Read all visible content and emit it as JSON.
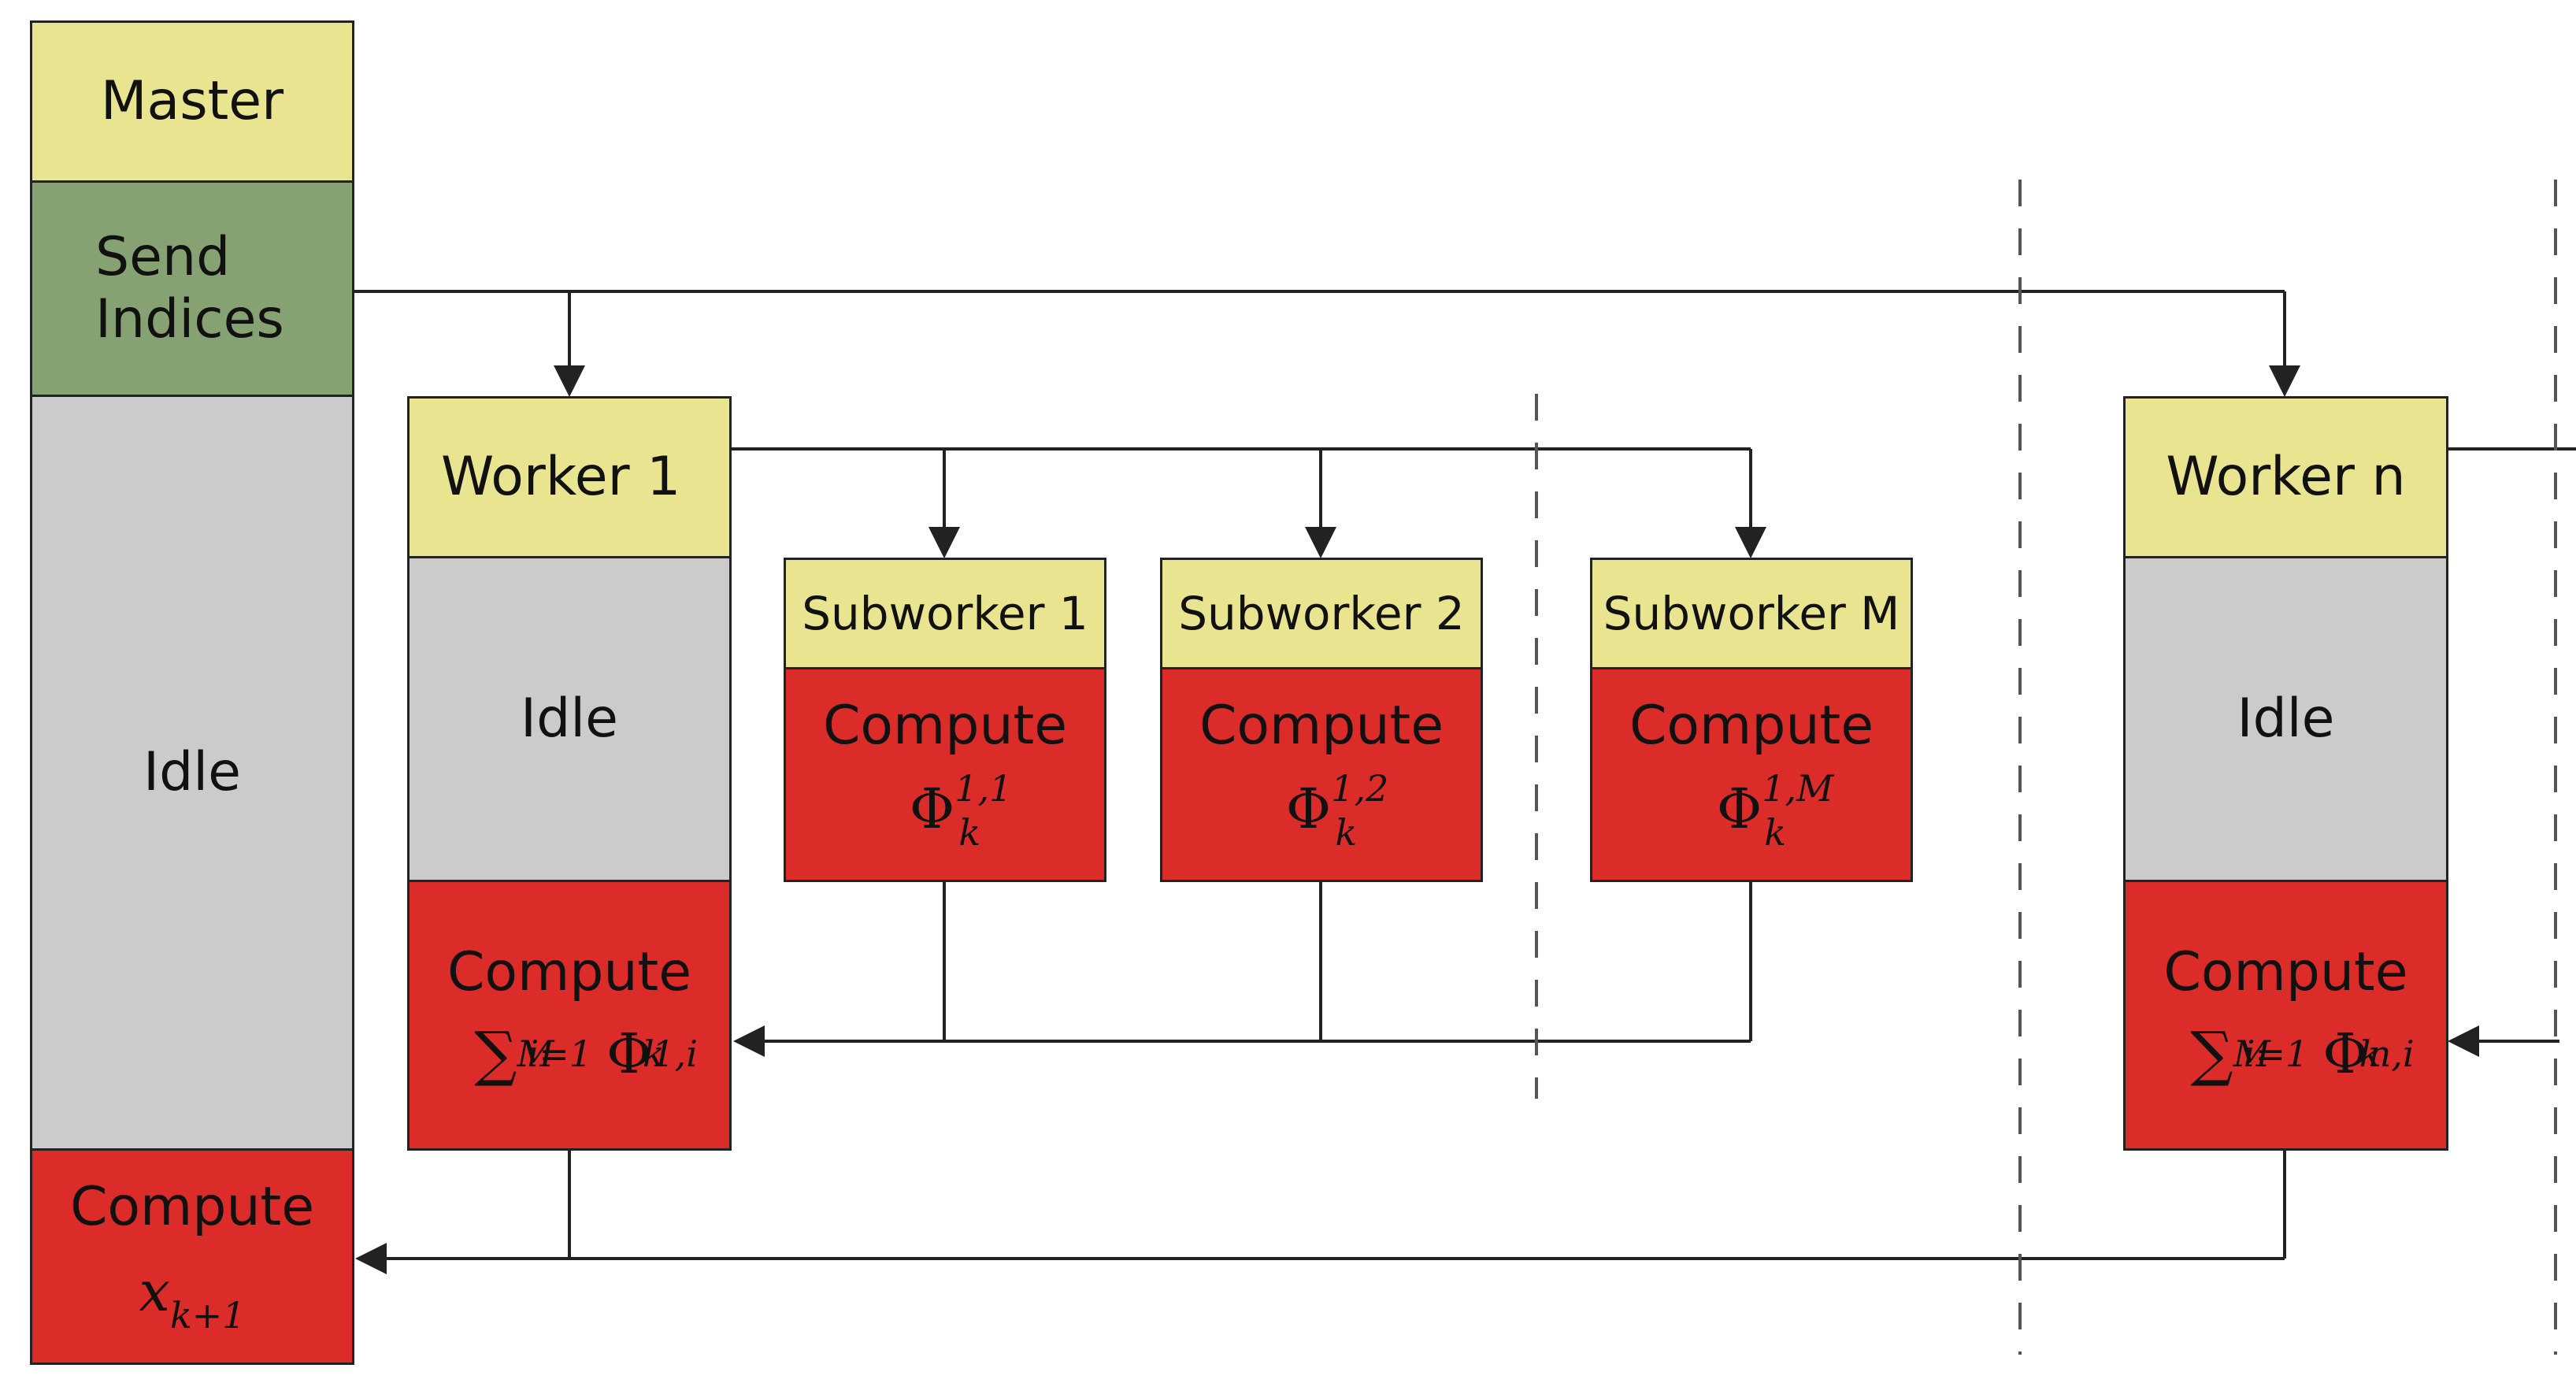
{
  "master": {
    "title": "Master",
    "send_line1": "Send",
    "send_line2": "Indices",
    "idle": "Idle",
    "compute": "Compute",
    "result_var": "x",
    "result_sub": "k+1"
  },
  "worker1": {
    "title": "Worker 1",
    "idle": "Idle",
    "compute": "Compute",
    "sum_upper": "M",
    "sum_lower": "i=1",
    "phi_sup": "1,i",
    "phi_sub": "k"
  },
  "subworkers": [
    {
      "title": "Subworker 1",
      "compute": "Compute",
      "phi_sup": "1,1",
      "phi_sub": "k"
    },
    {
      "title": "Subworker 2",
      "compute": "Compute",
      "phi_sup": "1,2",
      "phi_sub": "k"
    },
    {
      "title": "Subworker M",
      "compute": "Compute",
      "phi_sup": "1,M",
      "phi_sub": "k"
    }
  ],
  "workern": {
    "title": "Worker n",
    "idle": "Idle",
    "compute": "Compute",
    "sum_upper": "M",
    "sum_lower": "i=1",
    "phi_sup": "n,i",
    "phi_sub": "k"
  },
  "symbols": {
    "phi": "Φ",
    "sum": "∑"
  },
  "colors": {
    "title_yellow": "#e9e48f",
    "send_green": "#86a273",
    "idle_grey": "#cbcbcb",
    "compute_red": "#dc2c2a",
    "line": "#222222"
  }
}
